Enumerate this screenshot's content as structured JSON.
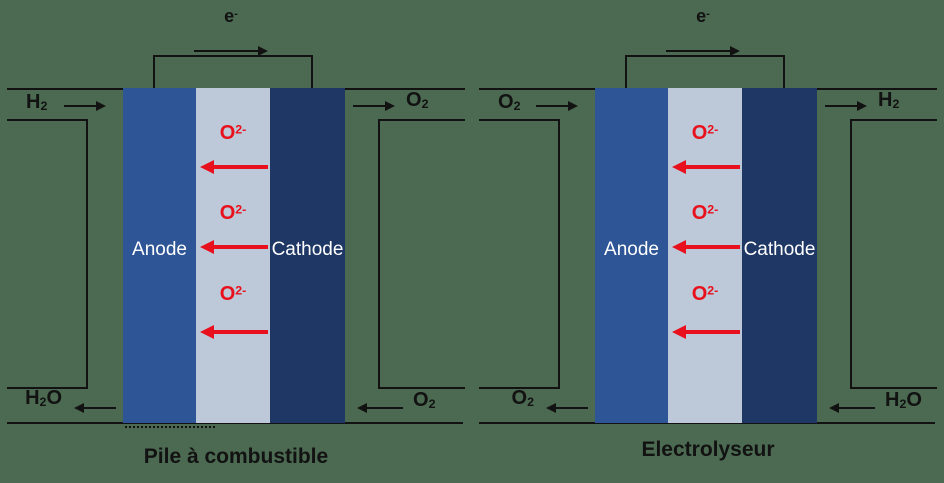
{
  "colors": {
    "bg": "#4b6a51",
    "line": "#121212",
    "anode": "#2e5596",
    "electrolyte": "#bdc9d8",
    "cathode": "#1f3765",
    "ion": "#e8101c",
    "etext": "#ffffff",
    "text": "#121212"
  },
  "diagrams": {
    "fuel_cell": {
      "title": "Pile à combustible",
      "anode_label": "Anode",
      "cathode_label": "Cathode",
      "electron_label": [
        {
          "t": "e"
        },
        {
          "t": "-",
          "sup": true
        }
      ],
      "ion_label": [
        {
          "t": "O"
        },
        {
          "t": "2-",
          "sup": true
        }
      ],
      "gas_top_left": [
        {
          "t": "H"
        },
        {
          "t": "2",
          "sub": true
        }
      ],
      "gas_top_right": [
        {
          "t": "O"
        },
        {
          "t": "2",
          "sub": true
        }
      ],
      "gas_bottom_left": [
        {
          "t": "H"
        },
        {
          "t": "2",
          "sub": true
        },
        {
          "t": "O"
        }
      ],
      "gas_bottom_right": [
        {
          "t": "O"
        },
        {
          "t": "2",
          "sub": true
        }
      ]
    },
    "electrolyzer": {
      "title": "Electrolyseur",
      "anode_label": "Anode",
      "cathode_label": "Cathode",
      "electron_label": [
        {
          "t": "e"
        },
        {
          "t": "-",
          "sup": true
        }
      ],
      "ion_label": [
        {
          "t": "O"
        },
        {
          "t": "2-",
          "sup": true
        }
      ],
      "gas_top_left": [
        {
          "t": "O"
        },
        {
          "t": "2",
          "sub": true
        }
      ],
      "gas_top_right": [
        {
          "t": "H"
        },
        {
          "t": "2",
          "sub": true
        }
      ],
      "gas_bottom_left": [
        {
          "t": "O"
        },
        {
          "t": "2",
          "sub": true
        }
      ],
      "gas_bottom_right": [
        {
          "t": "H"
        },
        {
          "t": "2",
          "sub": true
        },
        {
          "t": "O"
        }
      ]
    }
  }
}
